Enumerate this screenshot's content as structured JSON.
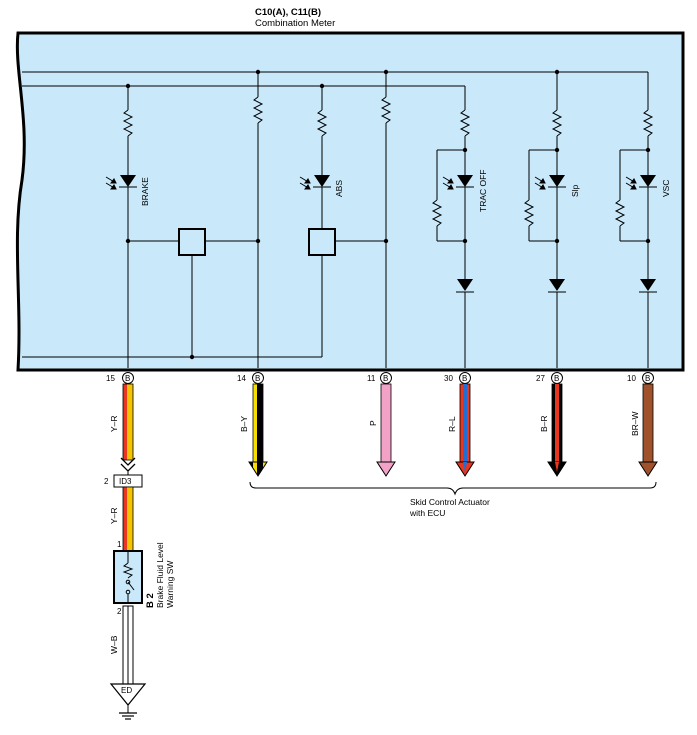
{
  "header": {
    "connector": "C10(A), C11(B)",
    "component": "Combination Meter"
  },
  "indicators": [
    {
      "label": "BRAKE"
    },
    {
      "label": "ABS"
    },
    {
      "label": "TRAC OFF"
    },
    {
      "label": "Slp"
    },
    {
      "label": "VSC"
    }
  ],
  "terminals": [
    {
      "pin": "15",
      "connector": "B",
      "wire": "Y–R",
      "colors": [
        "#f5c400",
        "#e8361f"
      ]
    },
    {
      "pin": "14",
      "connector": "B",
      "wire": "B–Y",
      "colors": [
        "#000000",
        "#f5de00"
      ]
    },
    {
      "pin": "11",
      "connector": "B",
      "wire": "P",
      "colors": [
        "#f2a2c6"
      ]
    },
    {
      "pin": "30",
      "connector": "B",
      "wire": "R–L",
      "colors": [
        "#e8361f",
        "#1f6fd6"
      ]
    },
    {
      "pin": "27",
      "connector": "B",
      "wire": "B–R",
      "colors": [
        "#000000",
        "#e8361f"
      ]
    },
    {
      "pin": "10",
      "connector": "B",
      "wire": "BR–W",
      "colors": [
        "#a0522d"
      ]
    }
  ],
  "ecu": {
    "line1": "Skid Control Actuator",
    "line2": "with ECU"
  },
  "junction": {
    "pin": "2",
    "name": "ID3",
    "wire": "Y–R"
  },
  "switch": {
    "pin_top": "1",
    "pin_bottom": "2",
    "code": "B 2",
    "name_line1": "Brake Fluid Level",
    "name_line2": "Warning SW",
    "wire_out": "W–B",
    "wire_colors": [
      "#ffffff",
      "#000000"
    ]
  },
  "ground": {
    "code": "ED"
  },
  "colors": {
    "panel_fill": "#c9e9fa",
    "yellow": "#f5c400",
    "red": "#e8361f",
    "blue": "#1f6fd6",
    "pink": "#f2a2c6",
    "brown": "#a0522d"
  }
}
